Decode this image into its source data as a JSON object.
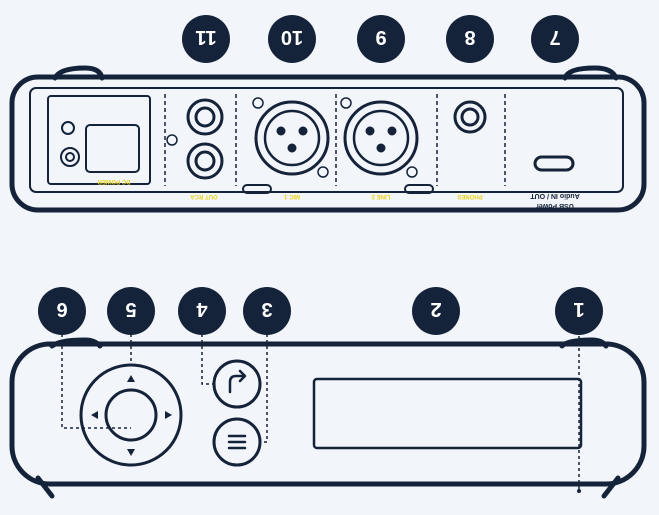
{
  "colors": {
    "background": "#f2f5fa",
    "outline": "#15233a",
    "badge_fill": "#15233a",
    "badge_text": "#ffffff",
    "yellow_label": "#e8d21b"
  },
  "callouts": {
    "rear": [
      {
        "id": "c11",
        "label": "11"
      },
      {
        "id": "c10",
        "label": "10"
      },
      {
        "id": "c9",
        "label": "9"
      },
      {
        "id": "c8",
        "label": "8"
      },
      {
        "id": "c7",
        "label": "7"
      }
    ],
    "front": [
      {
        "id": "c6",
        "label": "6"
      },
      {
        "id": "c5",
        "label": "5"
      },
      {
        "id": "c4",
        "label": "4"
      },
      {
        "id": "c3",
        "label": "3"
      },
      {
        "id": "c2",
        "label": "2"
      },
      {
        "id": "c1",
        "label": "1"
      }
    ]
  },
  "rear_panel": {
    "usb_text_line1": "USB Power",
    "usb_text_line2": "Audio IN / OUT",
    "power_label": "DC   POWER",
    "rca_label": "OUT RCA",
    "xlr1_label": "MIC 1",
    "xlr2_label": "LINE 2",
    "phone_label": "PHONES"
  },
  "icons": {
    "back": "return-arrow-icon",
    "menu": "menu-lines-icon",
    "nav_up": "triangle-up-icon",
    "nav_down": "triangle-down-icon",
    "nav_left": "triangle-left-icon",
    "nav_right": "triangle-right-icon"
  }
}
